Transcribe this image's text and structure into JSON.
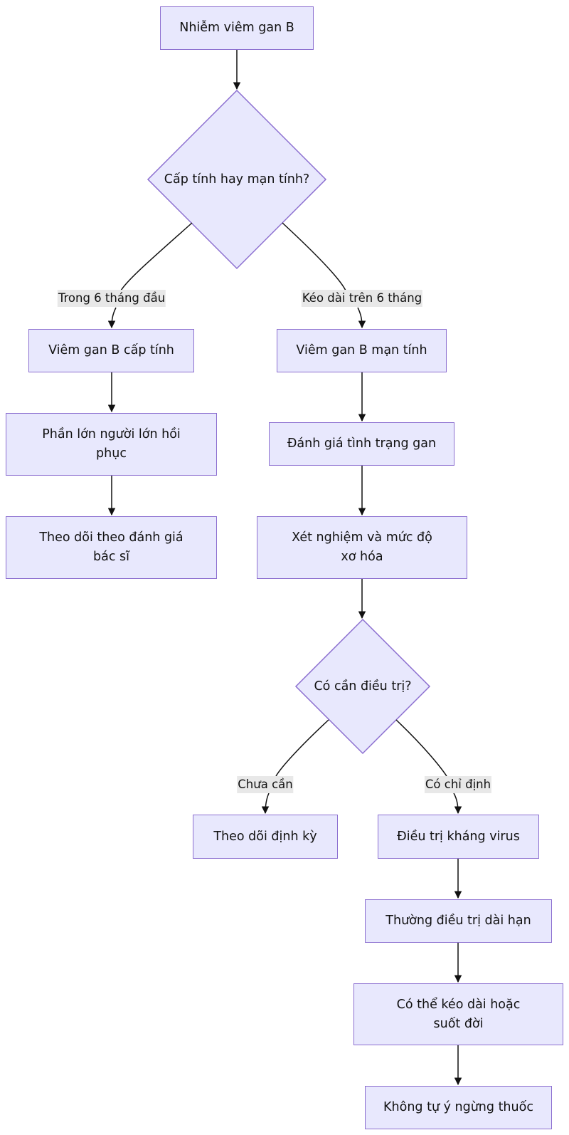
{
  "colors": {
    "node_fill": "#e8e8fd",
    "node_stroke": "#8c6fd0",
    "edge": "#111111",
    "label_bg": "#e8e8e8"
  },
  "nodes": {
    "start": "Nhiễm viêm gan B",
    "decision_type": "Cấp tính hay mạn tính?",
    "acute": "Viêm gan B cấp tính",
    "acute_recover": "Phần lớn người lớn hồi phục",
    "acute_follow": "Theo dõi theo đánh giá bác sĩ",
    "chronic": "Viêm gan B mạn tính",
    "assess_liver": "Đánh giá tình trạng gan",
    "tests": "Xét nghiệm và mức độ xơ hóa",
    "decision_treat": "Có cần điều trị?",
    "periodic": "Theo dõi định kỳ",
    "antiviral": "Điều trị kháng virus",
    "long_term": "Thường điều trị dài hạn",
    "lifelong": "Có thể kéo dài hoặc suốt đời",
    "no_stop": "Không tự ý ngừng thuốc"
  },
  "edge_labels": {
    "acute": "Trong 6 tháng đầu",
    "chronic": "Kéo dài trên 6 tháng",
    "not_needed": "Chưa cần",
    "indicated": "Có chỉ định"
  }
}
